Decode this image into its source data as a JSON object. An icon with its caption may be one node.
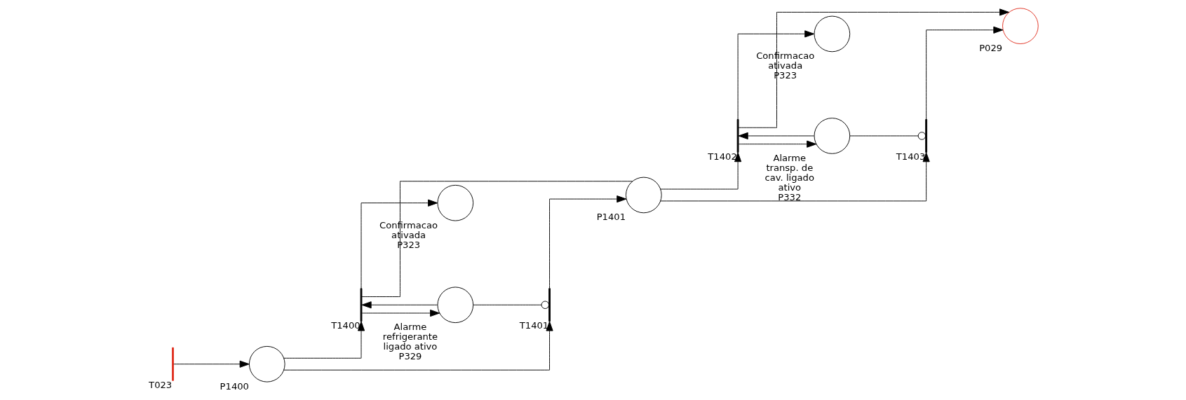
{
  "diagram": {
    "nodes": [
      {
        "text": [],
        "shape": "bar",
        "beside": [
          "T023"
        ]
      },
      {
        "text": [],
        "shape": "circle",
        "beside": [
          "P1400"
        ]
      },
      {
        "text": [],
        "shape": "bar",
        "beside": [
          "T1400"
        ]
      },
      {
        "text": [],
        "shape": "circle",
        "beside": [
          "Confirmacao ativada",
          "P323"
        ]
      },
      {
        "text": [],
        "shape": "circle",
        "beside": [
          "P1401"
        ]
      },
      {
        "text": [],
        "shape": "circle",
        "beside": [
          "Alarme refrigerante ligado ativo",
          "P329"
        ]
      },
      {
        "text": [],
        "shape": "bar",
        "beside": [
          "T1401"
        ]
      },
      {
        "text": [],
        "shape": "bar",
        "beside": [
          "T1402"
        ]
      },
      {
        "text": [],
        "shape": "circle",
        "beside": [
          "Confirmacao ativada",
          "P323"
        ]
      },
      {
        "text": [],
        "shape": "circle",
        "beside": [
          "Alarme transp. de cav. ligado ativo",
          "P332"
        ]
      },
      {
        "text": [],
        "shape": "bar",
        "beside": [
          "T1403"
        ]
      },
      {
        "text": [],
        "shape": "circle",
        "beside": [
          "P029"
        ]
      }
    ],
    "edges": [
      {
        "from": 0,
        "to": 1,
        "arrow": "to"
      },
      {
        "from": 1,
        "to": 2,
        "arrow": "to"
      },
      {
        "from": 2,
        "to": 3,
        "arrow": "to"
      },
      {
        "from": 2,
        "to": 5,
        "arrow": "to"
      },
      {
        "from": 5,
        "to": 2,
        "arrow": "to"
      },
      {
        "from": 4,
        "to": 2,
        "arrow": "none"
      },
      {
        "from": 5,
        "to": 6,
        "arrow": "other"
      },
      {
        "from": 1,
        "to": 6,
        "arrow": "to"
      },
      {
        "from": 6,
        "to": 4,
        "arrow": "to"
      },
      {
        "from": 4,
        "to": 7,
        "arrow": "to"
      },
      {
        "from": 7,
        "to": 8,
        "arrow": "to"
      },
      {
        "from": 7,
        "to": 9,
        "arrow": "to"
      },
      {
        "from": 9,
        "to": 7,
        "arrow": "to"
      },
      {
        "from": 7,
        "to": 11,
        "arrow": "to"
      },
      {
        "from": 9,
        "to": 10,
        "arrow": "other"
      },
      {
        "from": 4,
        "to": 10,
        "arrow": "to"
      },
      {
        "from": 10,
        "to": 11,
        "arrow": "to"
      }
    ]
  }
}
